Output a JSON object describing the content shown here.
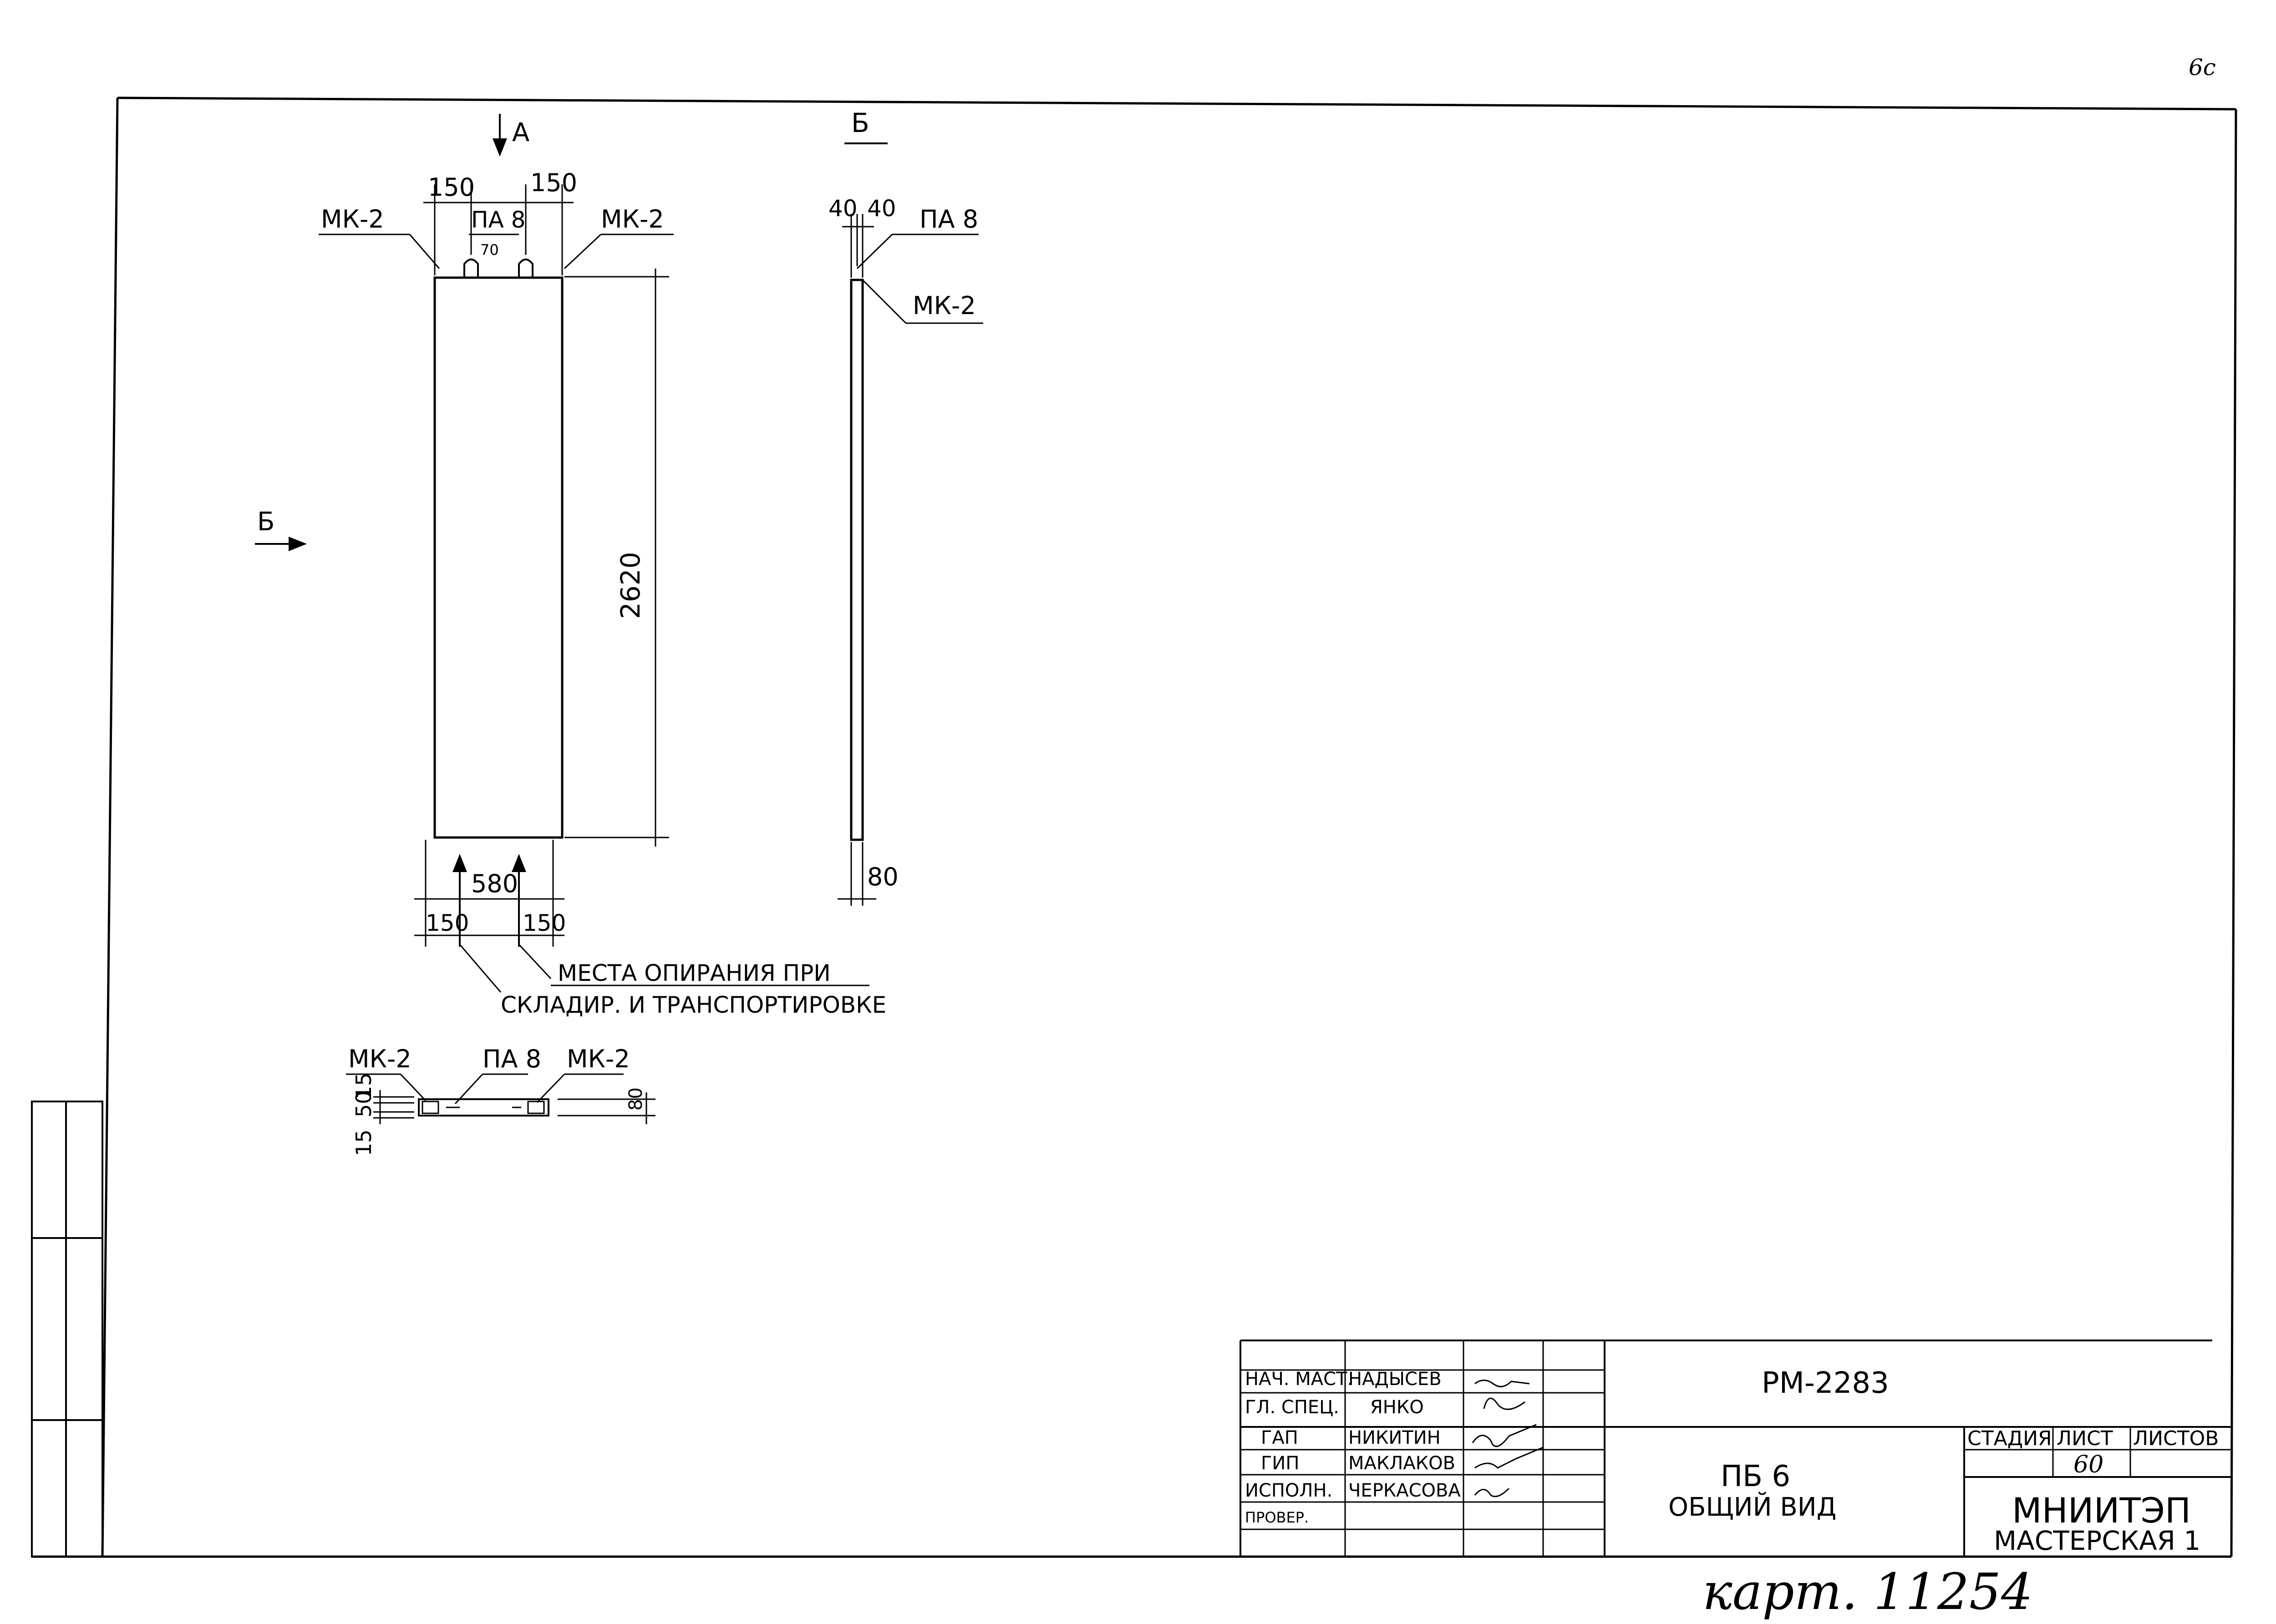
{
  "corner_number": "6c",
  "bottom_note": "карт. 11254",
  "view_a": {
    "arrow_label": "А"
  },
  "view_b": {
    "label": "Б",
    "arrow_label": "Б"
  },
  "front_view": {
    "dims": {
      "left_top": "150",
      "right_top": "150",
      "height": "2620",
      "bottom_center": "580",
      "bottom_left": "150",
      "bottom_right": "150",
      "loop_small": "70"
    },
    "callouts": {
      "mk_left": "МК-2",
      "mk_right": "МК-2",
      "loop": "ПА 8"
    },
    "note_line1": "МЕСТА ОПИРАНИЯ ПРИ",
    "note_line2": "СКЛАДИР. И ТРАНСПОРТИРОВКЕ"
  },
  "side_view": {
    "dims": {
      "top_a": "40",
      "top_b": "40",
      "bottom": "80"
    },
    "callouts": {
      "loop": "ПА 8",
      "mk": "МК-2"
    }
  },
  "plan_view": {
    "callouts": {
      "mk_left": "МК-2",
      "loop": "ПА 8",
      "mk_right": "МК-2"
    },
    "dims": {
      "d15a": "15",
      "d50": "50",
      "d15b": "15",
      "d80": "80"
    }
  },
  "title_block": {
    "code": "РМ-2283",
    "title_line1": "ПБ 6",
    "title_line2": "ОБЩИЙ ВИД",
    "org_line1": "МНИИТЭП",
    "org_line2": "МАСТЕРСКАЯ 1",
    "stage_header": "СТАДИЯ",
    "sheet_header": "ЛИСТ",
    "sheets_header": "ЛИСТОВ",
    "sheet_value": "60",
    "roles": [
      {
        "role": "НАЧ. МАСТ.",
        "name": "НАДЫСЕВ"
      },
      {
        "role": "ГЛ. СПЕЦ.",
        "name": "ЯНКО"
      },
      {
        "role": "ГАП",
        "name": "НИКИТИН"
      },
      {
        "role": "ГИП",
        "name": "МАКЛАКОВ"
      },
      {
        "role": "ИСПОЛН.",
        "name": "ЧЕРКАСОВА"
      },
      {
        "role": "ПРОВЕР.",
        "name": ""
      }
    ]
  }
}
